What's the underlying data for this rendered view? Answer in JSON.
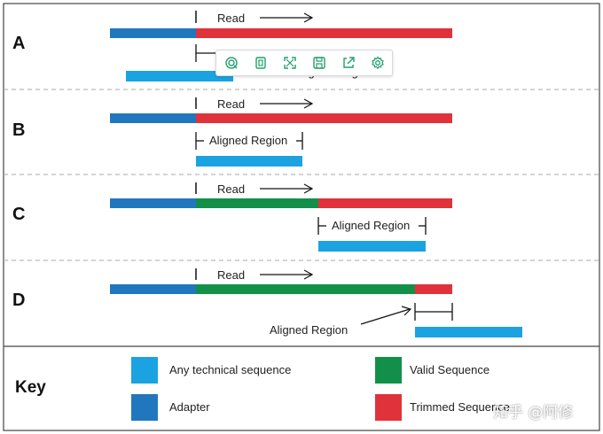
{
  "panels": [
    {
      "letter": "A",
      "read_label": "Read",
      "aligned_label": "Aligned Region"
    },
    {
      "letter": "B",
      "read_label": "Read",
      "aligned_label": "Aligned Region"
    },
    {
      "letter": "C",
      "read_label": "Read",
      "aligned_label": "Aligned Region"
    },
    {
      "letter": "D",
      "read_label": "Read",
      "aligned_label": "Aligned Region"
    }
  ],
  "key": {
    "title": "Key",
    "items": [
      {
        "label": "Any technical sequence",
        "color": "#1aa3e0"
      },
      {
        "label": "Valid Sequence",
        "color": "#12904a"
      },
      {
        "label": "Adapter",
        "color": "#2177bd"
      },
      {
        "label": "Trimmed Sequence",
        "color": "#e0323a"
      }
    ]
  },
  "colors": {
    "adapter": "#2177bd",
    "trimmed": "#e0323a",
    "valid": "#12904a",
    "technical": "#1aa3e0",
    "toolbar_icon": "#21a06a"
  },
  "toolbar": {
    "icons": [
      "zoom-icon",
      "copy-icon",
      "fullscreen-icon",
      "save-icon",
      "share-icon",
      "settings-icon"
    ]
  },
  "watermark": "知乎 @阿修"
}
